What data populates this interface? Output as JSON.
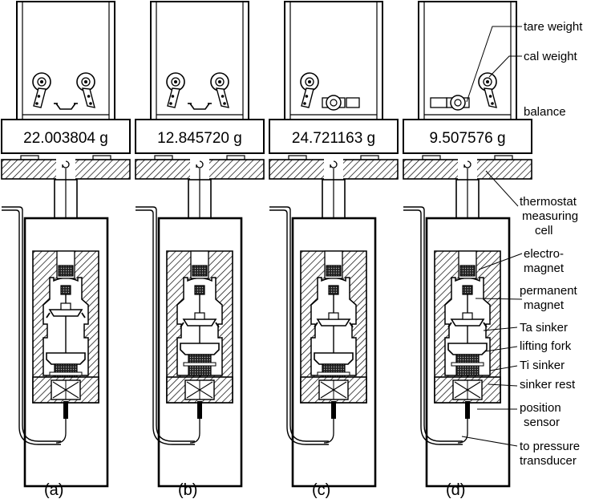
{
  "panels": [
    {
      "reading": "22.003804 g",
      "caption": "(a)"
    },
    {
      "reading": "12.845720 g",
      "caption": "(b)"
    },
    {
      "reading": "24.721163 g",
      "caption": "(c)"
    },
    {
      "reading": "9.507576 g",
      "caption": "(d)"
    }
  ],
  "labels": {
    "tare_weight": "tare weight",
    "cal_weight": "cal weight",
    "balance": "balance",
    "thermostat": "thermostat",
    "measuring": "measuring",
    "cell": "cell",
    "electro": "electro-",
    "magnet": "magnet",
    "permanent": "permanent",
    "permanent_magnet": "magnet",
    "ta_sinker": "Ta sinker",
    "lifting_fork": "lifting fork",
    "ti_sinker": "Ti sinker",
    "sinker_rest": "sinker rest",
    "position": "position",
    "sensor": "sensor",
    "to_pressure": "to pressure",
    "transducer": "transducer"
  }
}
